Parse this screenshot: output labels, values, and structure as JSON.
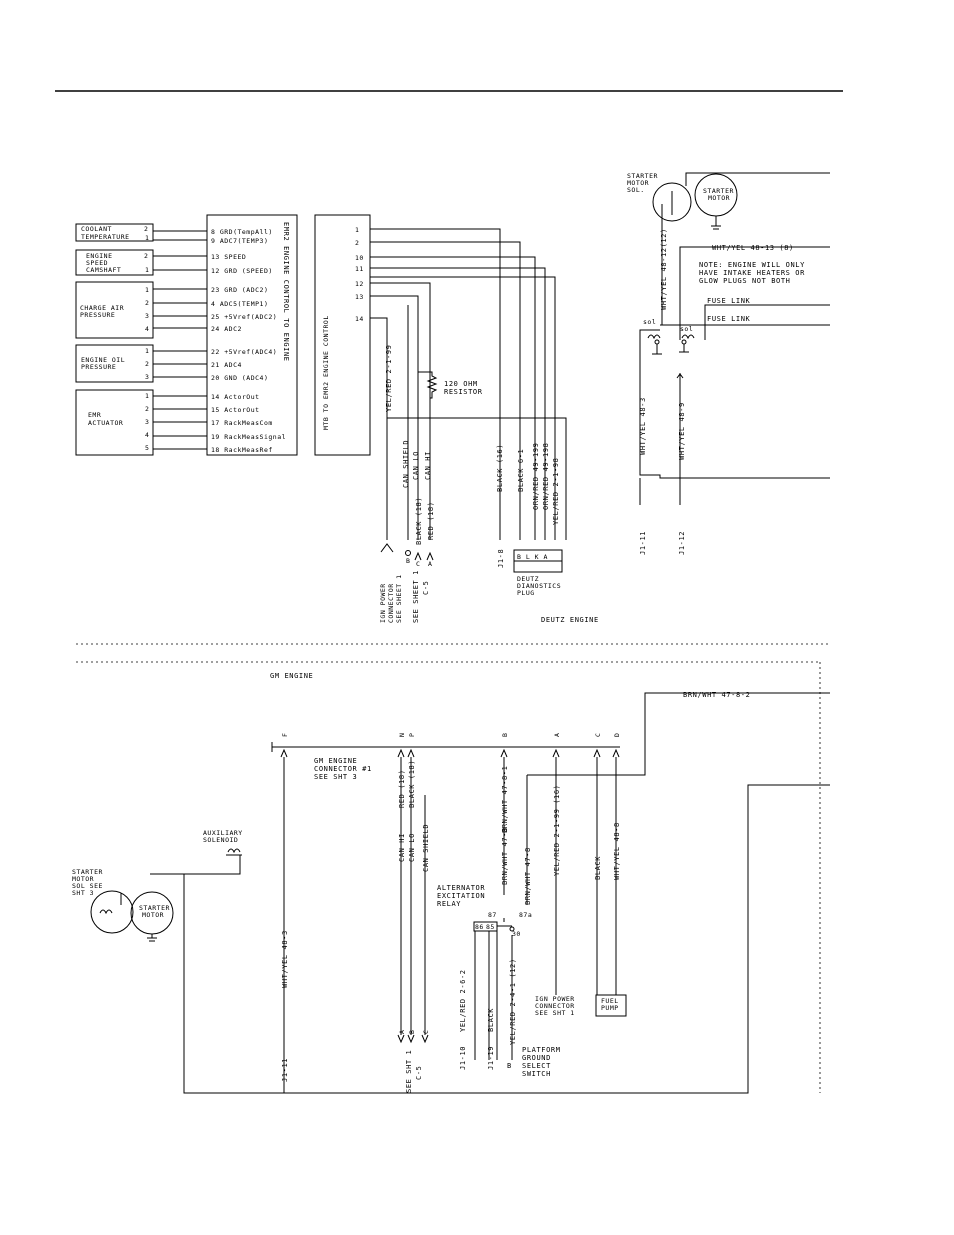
{
  "deutz": {
    "sensors": {
      "coolant": {
        "l1": "COOLANT",
        "l2": "TEMPERATURE",
        "p1": "2",
        "p2": "1"
      },
      "speed": {
        "l1": "ENGINE",
        "l2": "SPEED",
        "l3": "CAMSHAFT",
        "p1": "2",
        "p2": "1"
      },
      "charge_air": {
        "l1": "CHARGE AIR",
        "l2": "PRESSURE",
        "p1": "1",
        "p2": "2",
        "p3": "3",
        "p4": "4"
      },
      "oil": {
        "l1": "ENGINE OIL",
        "l2": "PRESSURE",
        "p1": "1",
        "p2": "2",
        "p3": "3"
      },
      "actuator": {
        "l1": "EMR",
        "l2": "ACTUATOR",
        "p1": "1",
        "p2": "2",
        "p3": "3",
        "p4": "4",
        "p5": "5"
      }
    },
    "emr_pins": [
      "8 GRD(TempAll)",
      "9 ADC7(TEMP3)",
      "13 SPEED",
      "12 GRD (SPEED)",
      "23 GRD (ADC2)",
      "4 ADC5(TEMP1)",
      "25 +5Vref(ADC2)",
      "24 ADC2",
      "22 +5Vref(ADC4)",
      "21 ADC4",
      "20 GND (ADC4)",
      "14 ActorOut",
      "15 ActorOut",
      "17 RackMeasCom",
      "19 RackMeasSignal",
      "18 RackMeasRef"
    ],
    "emr_title": "EMR2 ENGINE CONTROL TO ENGINE",
    "harness_title": "MTB TO EMR2 ENGINE CONTROL",
    "harness_pins": [
      "1",
      "2",
      "10",
      "11",
      "12",
      "13",
      "14"
    ],
    "resistor": {
      "l1": "120 OHM",
      "l2": "RESISTOR"
    },
    "wires": {
      "yel_red": "YEL/RED 2-1-99",
      "can_shield": "CAN SHIELD",
      "can_lo": "CAN LO",
      "can_hi": "CAN HI",
      "black16": "BLACK (16)",
      "black6": "BLACK 6-1",
      "orn_red1": "ORN/RED 49-199",
      "orn_red2": "ORN/RED 49-198",
      "yel_red2": "YEL/RED 2-1-98",
      "black18": "BLACK (18)",
      "red18": "RED (18)",
      "j18": "J1-8"
    },
    "conn_labels": {
      "b": "B",
      "c": "C",
      "a": "A"
    },
    "ign_conn": {
      "l1": "IGN POWER",
      "l2": "CONNECTOR",
      "l3": "SEE SHEET 1"
    },
    "see_sheet": {
      "l1": "SEE SHEET 1",
      "l2": "C-5"
    },
    "diag_plug": {
      "pins": "B L K A",
      "l1": "DEUTZ",
      "l2": "DIANOSTICS",
      "l3": "PLUG"
    },
    "section": "DEUTZ ENGINE"
  },
  "starter_top": {
    "sol": {
      "l1": "STARTER",
      "l2": "MOTOR",
      "l3": "SOL."
    },
    "motor": {
      "l1": "STARTER",
      "l2": "MOTOR"
    },
    "wires": {
      "w48_12": "WHT/YEL 48-12(12)",
      "w48_13": "WHT/YEL 48-13 (8)",
      "w48_3": "WHT/YEL 48-3",
      "w48_9": "WHT/YEL 48-9",
      "j111": "J1-11",
      "j112": "J1-12"
    },
    "note": {
      "l1": "NOTE: ENGINE WILL ONLY",
      "l2": "HAVE INTAKE HEATERS OR",
      "l3": "GLOW PLUGS NOT BOTH"
    },
    "fuse1": "FUSE LINK",
    "fuse2": "FUSE LINK",
    "sol1": "sol",
    "sol2": "sol"
  },
  "gm": {
    "section": "GM ENGINE",
    "conn_letters": {
      "f": "F",
      "n": "N",
      "p": "P",
      "b": "B",
      "a": "A",
      "c": "C",
      "d": "D"
    },
    "connector": {
      "l1": "GM ENGINE",
      "l2": "CONNECTOR #1",
      "l3": "SEE SHT 3"
    },
    "brn_top": "BRN/WHT 47-8-2",
    "wires": {
      "red18": "RED (18)",
      "black18": "BLACK (18)",
      "can_hi": "CAN HI",
      "can_lo": "CAN LO",
      "can_shield": "CAN SHIELD",
      "brn1": "BRN/WHT 47-8-1",
      "brn2": "BRN/WHT 47-8",
      "brn3": "BRN/WHT 47-8",
      "yel_red": "YEL/RED 2-1-99 (16)",
      "black": "BLACK",
      "wht48_8": "WHT/YEL 48-8",
      "wht48_3": "WHT/YEL 48-3",
      "j111": "J1-11",
      "j110": "J1-10",
      "yel_red26": "YEL/RED 2-6-2",
      "j119": "J1-19",
      "black2": "BLACK",
      "yel_red24": "YEL/RED 2-4-1 (12)",
      "b": "B"
    },
    "aux_sol": {
      "l1": "AUXILIARY",
      "l2": "SOLENOID"
    },
    "starter_sol": {
      "l1": "STARTER",
      "l2": "MOTOR",
      "l3": "SOL  SEE",
      "l4": "SHT 3"
    },
    "starter_motor": {
      "l1": "STARTER",
      "l2": "MOTOR"
    },
    "relay": {
      "l1": "ALTERNATOR",
      "l2": "EXCITATION",
      "l3": "RELAY",
      "p87": "87",
      "p87a": "87a",
      "p30": "30",
      "p86": "86",
      "p85": "85"
    },
    "fuel_pump": {
      "l1": "FUEL",
      "l2": "PUMP"
    },
    "ign_conn": {
      "l1": "IGN POWER",
      "l2": "CONNECTOR",
      "l3": "SEE SHT 1"
    },
    "see_sht": {
      "l1": "SEE SHT 1",
      "l2": "C-5"
    },
    "platform": {
      "l1": "PLATFORM",
      "l2": "GROUND",
      "l3": "SELECT",
      "l4": "SWITCH"
    },
    "conn_abc": {
      "a": "A",
      "b": "B",
      "c": "C"
    }
  }
}
